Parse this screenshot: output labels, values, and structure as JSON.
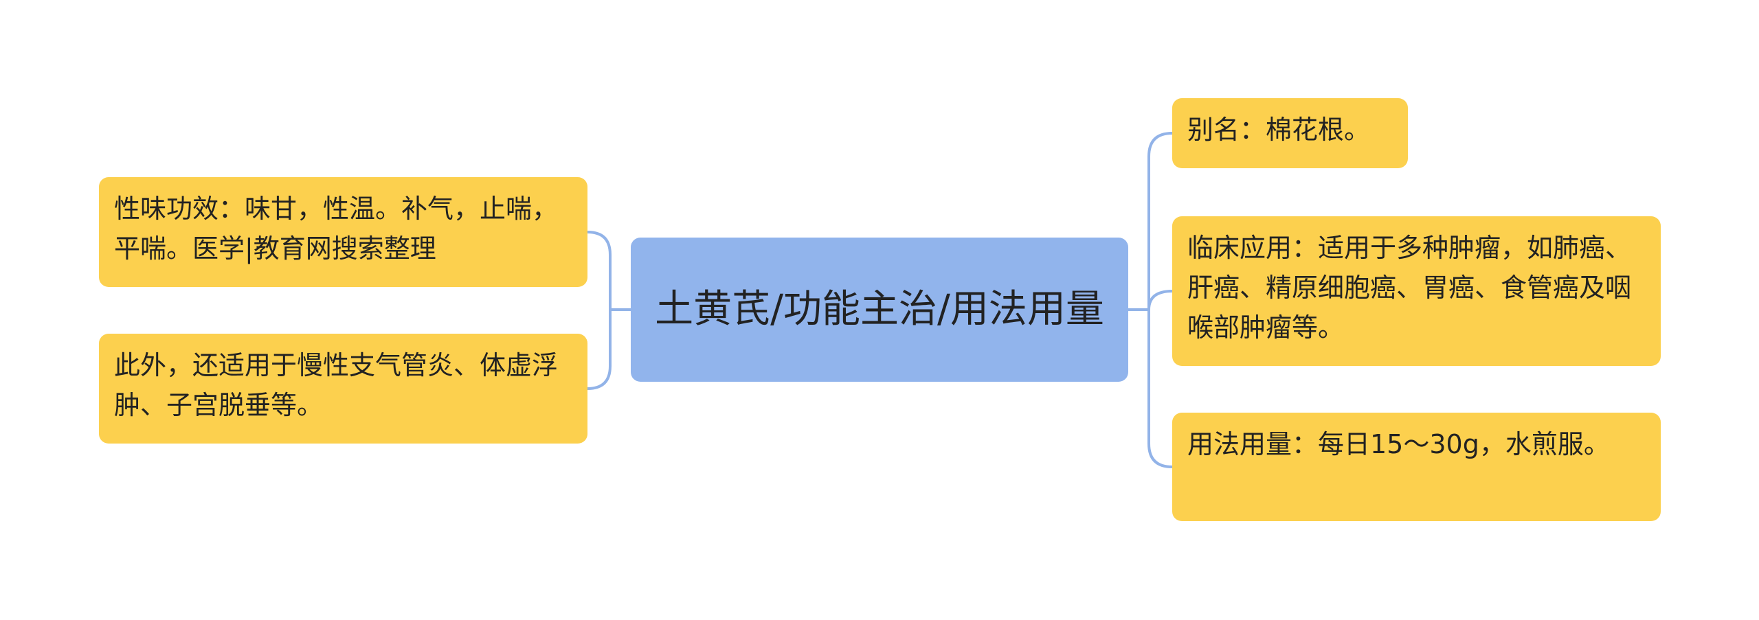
{
  "colors": {
    "background": "#ffffff",
    "root_fill": "#91b4ec",
    "leaf_fill": "#fcd04e",
    "connector": "#92b3e8",
    "text": "#222222"
  },
  "root": {
    "title": "土黄芪/功能主治/用法用量"
  },
  "left_branches": [
    {
      "text": "性味功效：味甘，性温。补气，止喘，平喘。医学|教育网搜索整理"
    },
    {
      "text": "此外，还适用于慢性支气管炎、体虚浮肿、子宫脱垂等。"
    }
  ],
  "right_branches": [
    {
      "text": "别名：棉花根。"
    },
    {
      "text": "临床应用：适用于多种肿瘤，如肺癌、肝癌、精原细胞癌、胃癌、食管癌及咽喉部肿瘤等。"
    },
    {
      "text": "用法用量：每日15～30g，水煎服。"
    }
  ]
}
